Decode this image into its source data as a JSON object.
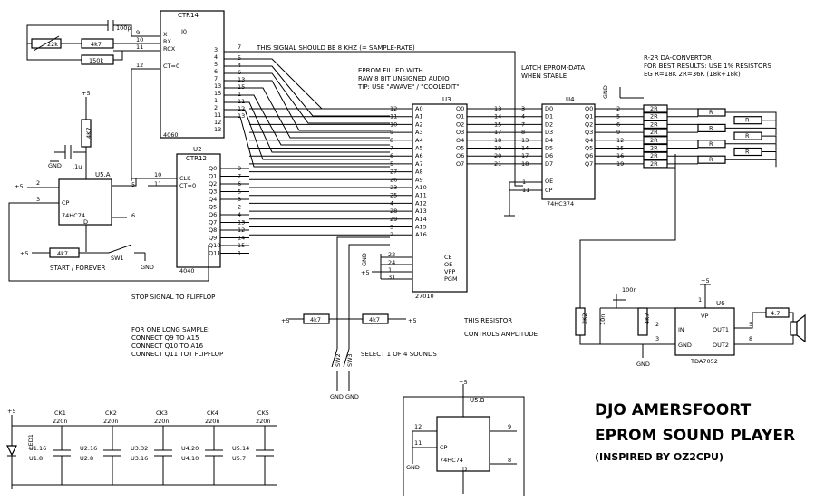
{
  "title": {
    "line1": "DJO AMERSFOORT",
    "line2": "EPROM SOUND PLAYER",
    "credit": "(INSPIRED BY OZ2CPU)"
  },
  "notes": {
    "sample_rate": "THIS SIGNAL SHOULD BE 8 KHZ (= SAMPLE-RATE)",
    "eprom1": "EPROM FILLED WITH",
    "eprom2": "RAW 8 BIT UNSIGNED AUDIO",
    "eprom3": "TIP: USE \"AWAVE\" / \"COOLEDIT\"",
    "latch1": "LATCH EPROM-DATA",
    "latch2": "WHEN STABLE",
    "dac1": "R-2R DA-CONVERTOR",
    "dac2": "FOR BEST RESULTS: USE 1% RESISTORS",
    "dac3": "EG R=18K 2R=36K (18k+18k)",
    "stop": "STOP SIGNAL TO FLIPFLOP",
    "start": "START / FOREVER",
    "long1": "FOR ONE LONG SAMPLE:",
    "long2": "CONNECT Q9 TO A15",
    "long3": "CONNECT Q10 TO A16",
    "long4": "CONNECT Q11 TOT FLIPFLOP",
    "res1": "THIS RESISTOR",
    "res2": "CONTROLS AMPLITUDE",
    "select": "SELECT 1 OF 4 SOUNDS"
  },
  "ics": {
    "ctr14": {
      "name": "CTR14",
      "part": "4060",
      "io": "I0",
      "x": "X",
      "rx": "RX",
      "rcx": "RCX",
      "ct": "CT=0"
    },
    "ctr12": {
      "name": "CTR12",
      "part": "4040",
      "ref": "U2",
      "clk": "CLK",
      "ct": "CT=0",
      "outs": [
        "Q0",
        "Q1",
        "Q2",
        "Q3",
        "Q4",
        "Q5",
        "Q6",
        "Q7",
        "Q8",
        "Q9",
        "Q10",
        "Q11"
      ]
    },
    "u3": {
      "ref": "U3",
      "part": "27010",
      "addr": [
        "A0",
        "A1",
        "A2",
        "A3",
        "A4",
        "A5",
        "A6",
        "A7",
        "A8",
        "A9",
        "A10",
        "A11",
        "A12",
        "A13",
        "A14",
        "A15",
        "A16"
      ],
      "data": [
        "O0",
        "O1",
        "O2",
        "O3",
        "O4",
        "O5",
        "O6",
        "O7"
      ],
      "ctrl": [
        "CE",
        "OE",
        "VPP",
        "PGM"
      ]
    },
    "u4": {
      "ref": "U4",
      "part": "74HC374",
      "d": [
        "D0",
        "D1",
        "D2",
        "D3",
        "D4",
        "D5",
        "D6",
        "D7"
      ],
      "q": [
        "Q0",
        "Q1",
        "Q2",
        "Q3",
        "Q4",
        "Q5",
        "Q6",
        "Q7"
      ],
      "oe": "OE",
      "cp": "CP"
    },
    "u5a": {
      "ref": "U5.A",
      "part": "74HC74",
      "cp": "CP",
      "d": "D"
    },
    "u5b": {
      "ref": "U5.B",
      "part": "74HC74",
      "cp": "CP",
      "d": "D"
    },
    "u6": {
      "ref": "U6",
      "part": "TDA7052",
      "vp": "VP",
      "in": "IN",
      "gnd": "GND",
      "out1": "OUT1",
      "out2": "OUT2"
    }
  },
  "components": {
    "osc_cap": "100p",
    "osc_pot": "22k",
    "osc_r1": "4k7",
    "osc_r2": "150k",
    "r_4k7": "4K7",
    "c_1u": ".1u",
    "r_start": "4k7",
    "sw_start": "SW1",
    "r_sel_left": "4k7",
    "r_sel_right": "4k7",
    "sw2": "SW2",
    "sw3": "SW3",
    "c_100n": "100n",
    "r_2k2": "2K2",
    "c_10n": "10n",
    "r_4k7_amp": "4K7",
    "r_speaker": "4.7",
    "led": "LED1",
    "dac_2r": "2R",
    "dac_r": "R"
  },
  "supply": {
    "vcc": "+5",
    "gnd": "GND"
  },
  "decoupling": [
    {
      "name": "CK1",
      "val": "220n"
    },
    {
      "name": "CK2",
      "val": "220n"
    },
    {
      "name": "CK3",
      "val": "220n"
    },
    {
      "name": "CK4",
      "val": "220n"
    },
    {
      "name": "CK5",
      "val": "220n"
    }
  ],
  "decoupling_pins": [
    [
      "U1.16",
      "U1.8"
    ],
    [
      "U2.16",
      "U2.8"
    ],
    [
      "U3.32",
      "U3.16"
    ],
    [
      "U4.20",
      "U4.10"
    ],
    [
      "U5.14",
      "U5.7"
    ]
  ],
  "pins": {
    "ctr14_in": [
      "9",
      "10",
      "11",
      "12"
    ],
    "ctr14_out": [
      "3",
      "4",
      "5",
      "6",
      "7",
      "13",
      "15",
      "1",
      "2",
      "11",
      "12",
      "13"
    ],
    "ctr14_out_top": "7",
    "ctr12_out": [
      "9",
      "7",
      "6",
      "5",
      "3",
      "2",
      "4",
      "13",
      "12",
      "14",
      "15",
      "1"
    ],
    "ctr12_in": [
      "10",
      "11"
    ],
    "u3_addr": [
      "12",
      "11",
      "10",
      "9",
      "8",
      "7",
      "6",
      "5",
      "27",
      "26",
      "23",
      "25",
      "4",
      "28",
      "29",
      "3",
      "2"
    ],
    "u3_data": [
      "13",
      "14",
      "15",
      "17",
      "18",
      "19",
      "20",
      "21"
    ],
    "u3_ctrl": [
      "22",
      "24",
      "1",
      "31"
    ],
    "u4_d": [
      "3",
      "4",
      "7",
      "8",
      "13",
      "14",
      "17",
      "18"
    ],
    "u4_q": [
      "2",
      "5",
      "6",
      "9",
      "12",
      "15",
      "16",
      "19"
    ],
    "u4_ctrl": [
      "1",
      "11"
    ],
    "u5a": [
      "2",
      "3",
      "5",
      "6"
    ],
    "u5b": [
      "12",
      "11",
      "9",
      "8"
    ],
    "amp": [
      "1",
      "2",
      "3",
      "5",
      "8"
    ]
  }
}
